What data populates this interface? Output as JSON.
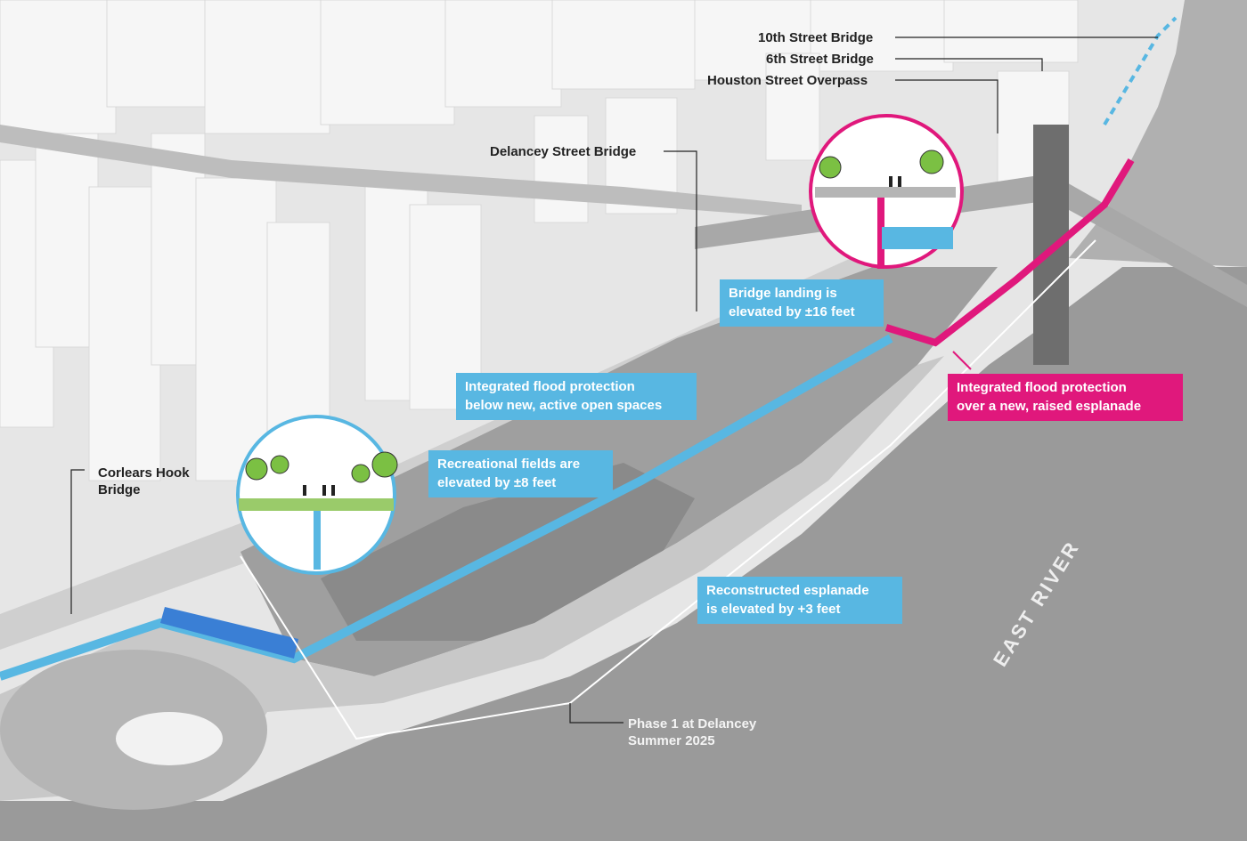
{
  "labels": {
    "street_10": "10th Street Bridge",
    "street_6": "6th Street Bridge",
    "houston": "Houston Street Overpass",
    "delancey": "Delancey Street Bridge",
    "corlears_line1": "Corlears Hook",
    "corlears_line2": "Bridge",
    "phase_line1": "Phase 1 at Delancey",
    "phase_line2": "Summer 2025",
    "river": "EAST RIVER"
  },
  "callouts": {
    "bridge_landing": [
      "Bridge landing is",
      "elevated by ±16 feet"
    ],
    "flood_open": [
      "Integrated flood protection",
      "below new, active open spaces"
    ],
    "rec_fields": [
      "Recreational fields are",
      "elevated by ±8 feet"
    ],
    "esplanade": [
      "Reconstructed esplanade",
      "is elevated by +3 feet"
    ],
    "flood_raised": [
      "Integrated flood protection",
      "over a new, raised esplanade"
    ]
  },
  "colors": {
    "flood_blue": "#58b7e2",
    "flood_pink": "#e0187c",
    "river": "#9a9a9a"
  }
}
